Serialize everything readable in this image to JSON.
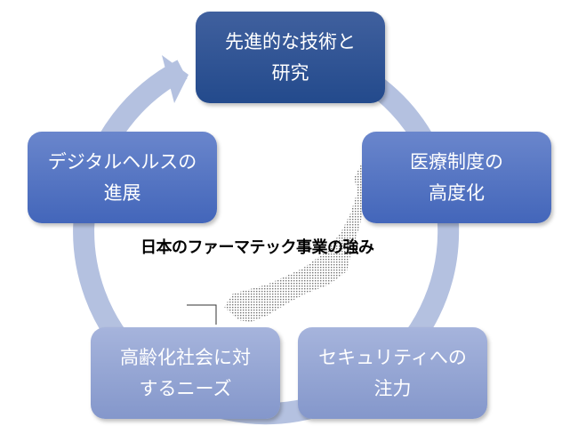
{
  "center_title": "日本のファーマテック事業の強み",
  "boxes": [
    {
      "line1": "先進的な技術と",
      "line2": "研究"
    },
    {
      "line1": "医療制度の",
      "line2": "高度化"
    },
    {
      "line1": "セキュリティへの",
      "line2": "注力"
    },
    {
      "line1": "高齢化社会に対",
      "line2": "するニーズ"
    },
    {
      "line1": "デジタルヘルスの",
      "line2": "進展"
    }
  ],
  "colors": {
    "ring": "#b4c1e0",
    "dark": "#2b4f92",
    "mid": "#4a6fc0",
    "light": "#8fa2d0"
  }
}
